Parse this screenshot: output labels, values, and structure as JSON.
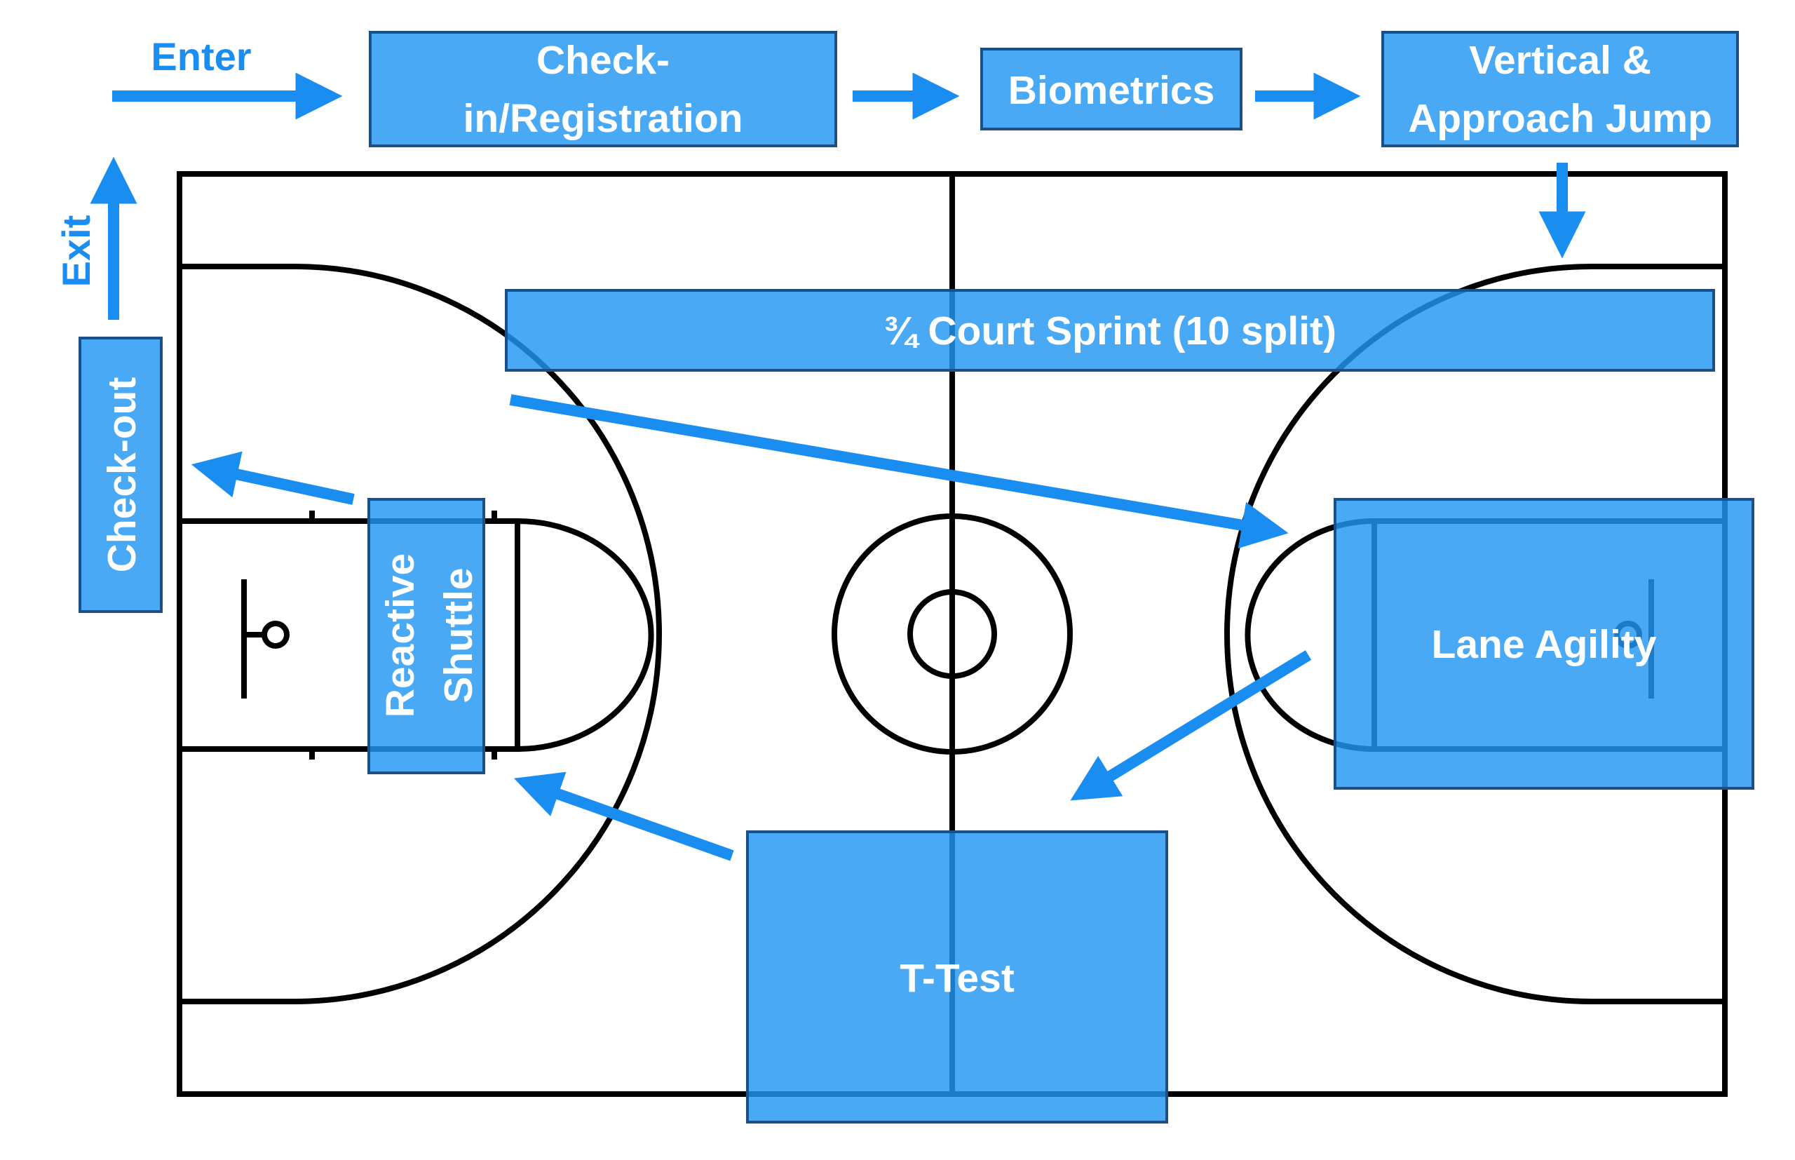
{
  "colors": {
    "station_fill": "#2196F3",
    "station_border": "#1c4f86",
    "arrow": "#1a8ef0",
    "court_lines": "#000000",
    "label_text": "#ffffff"
  },
  "flow": {
    "enter": "Enter",
    "exit": "Exit"
  },
  "stations": {
    "checkin": {
      "line1": "Check-",
      "line2": "in/Registration"
    },
    "biometrics": "Biometrics",
    "vertical": {
      "line1": "Vertical &",
      "line2": "Approach Jump"
    },
    "sprint": "¾ Court Sprint (10 split)",
    "lane_agility": "Lane Agility",
    "t_test": "T-Test",
    "reactive": {
      "line1": "Reactive",
      "line2": "Shuttle"
    },
    "checkout": "Check-out"
  }
}
